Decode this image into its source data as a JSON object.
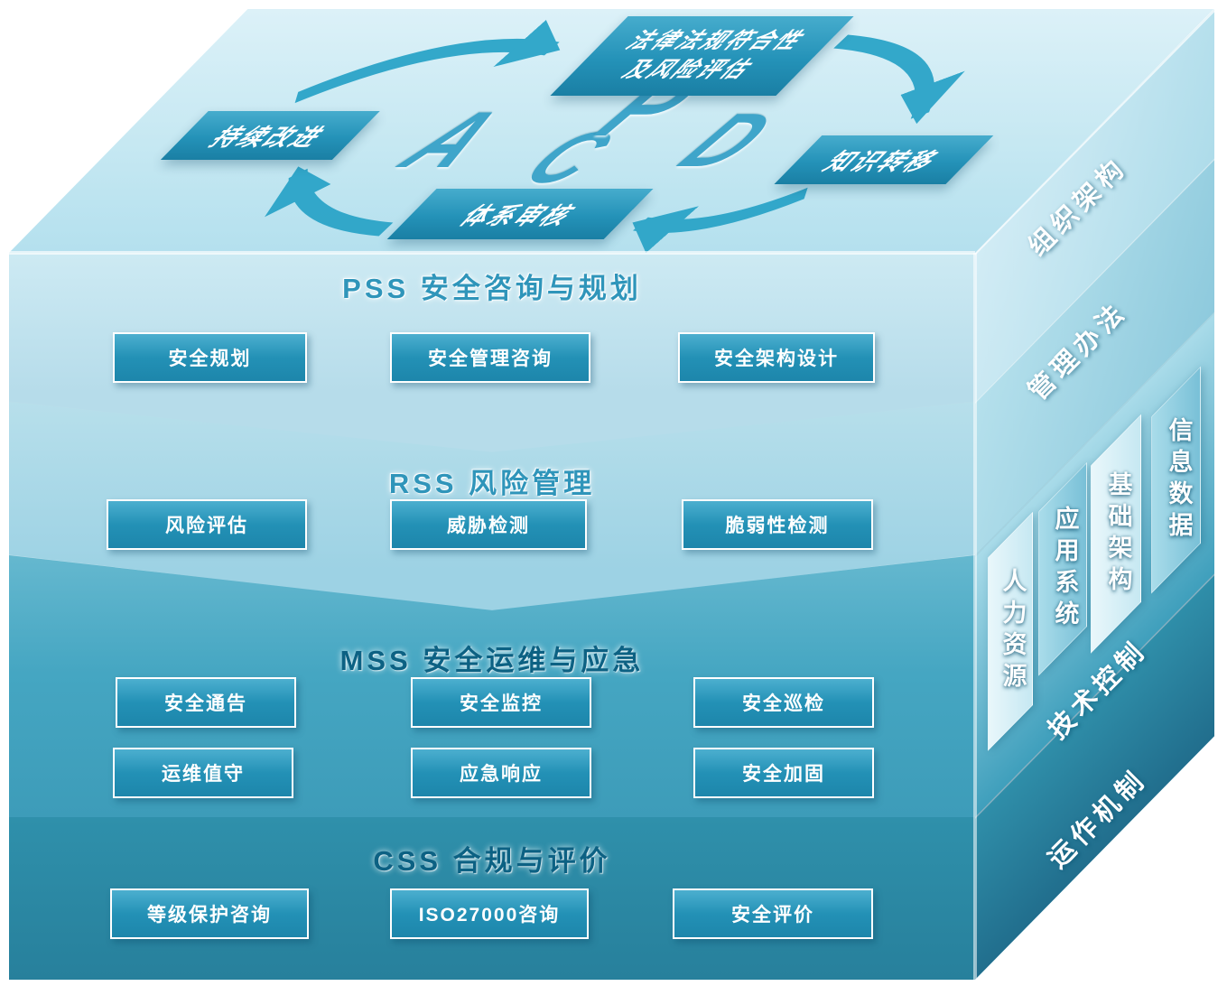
{
  "top_face": {
    "nodes": {
      "law": {
        "line1": "法律法规符合性",
        "line2": "及风险评估"
      },
      "improve": {
        "label": "持续改进"
      },
      "knowledge": {
        "label": "知识转移"
      },
      "audit": {
        "label": "体系审核"
      }
    },
    "letters": {
      "p": "P",
      "d": "D",
      "c": "C",
      "a": "A"
    }
  },
  "front": {
    "bands": [
      {
        "title": "PSS 安全咨询与规划",
        "items": [
          "安全规划",
          "安全管理咨询",
          "安全架构设计"
        ]
      },
      {
        "title": "RSS 风险管理",
        "items": [
          "风险评估",
          "威胁检测",
          "脆弱性检测"
        ]
      },
      {
        "title": "MSS 安全运维与应急",
        "rows": [
          [
            "安全通告",
            "安全监控",
            "安全巡检"
          ],
          [
            "运维值守",
            "应急响应",
            "安全加固"
          ]
        ]
      },
      {
        "title": "CSS 合规与评价",
        "items": [
          "等级保护咨询",
          "ISO27000咨询",
          "安全评价"
        ]
      }
    ]
  },
  "side": {
    "diagonal_labels": [
      "组织架构",
      "管理办法",
      "技术控制",
      "运作机制"
    ],
    "pillars": [
      "人力资源",
      "应用系统",
      "基础架构",
      "信息数据"
    ]
  },
  "colors": {
    "top_face": "#c6e8f2",
    "band_pss": "#bde0ec",
    "band_rss": "#9dd2e4",
    "band_mss": "#45a6c2",
    "band_css": "#2b88a3",
    "box_fill": "#2391b6",
    "box_border": "#ffffff",
    "arrow": "#2ba4c8",
    "title_light_band": "#2f95ba",
    "title_dark_band": "#0c6183",
    "text_on_teal": "#ffffff"
  }
}
